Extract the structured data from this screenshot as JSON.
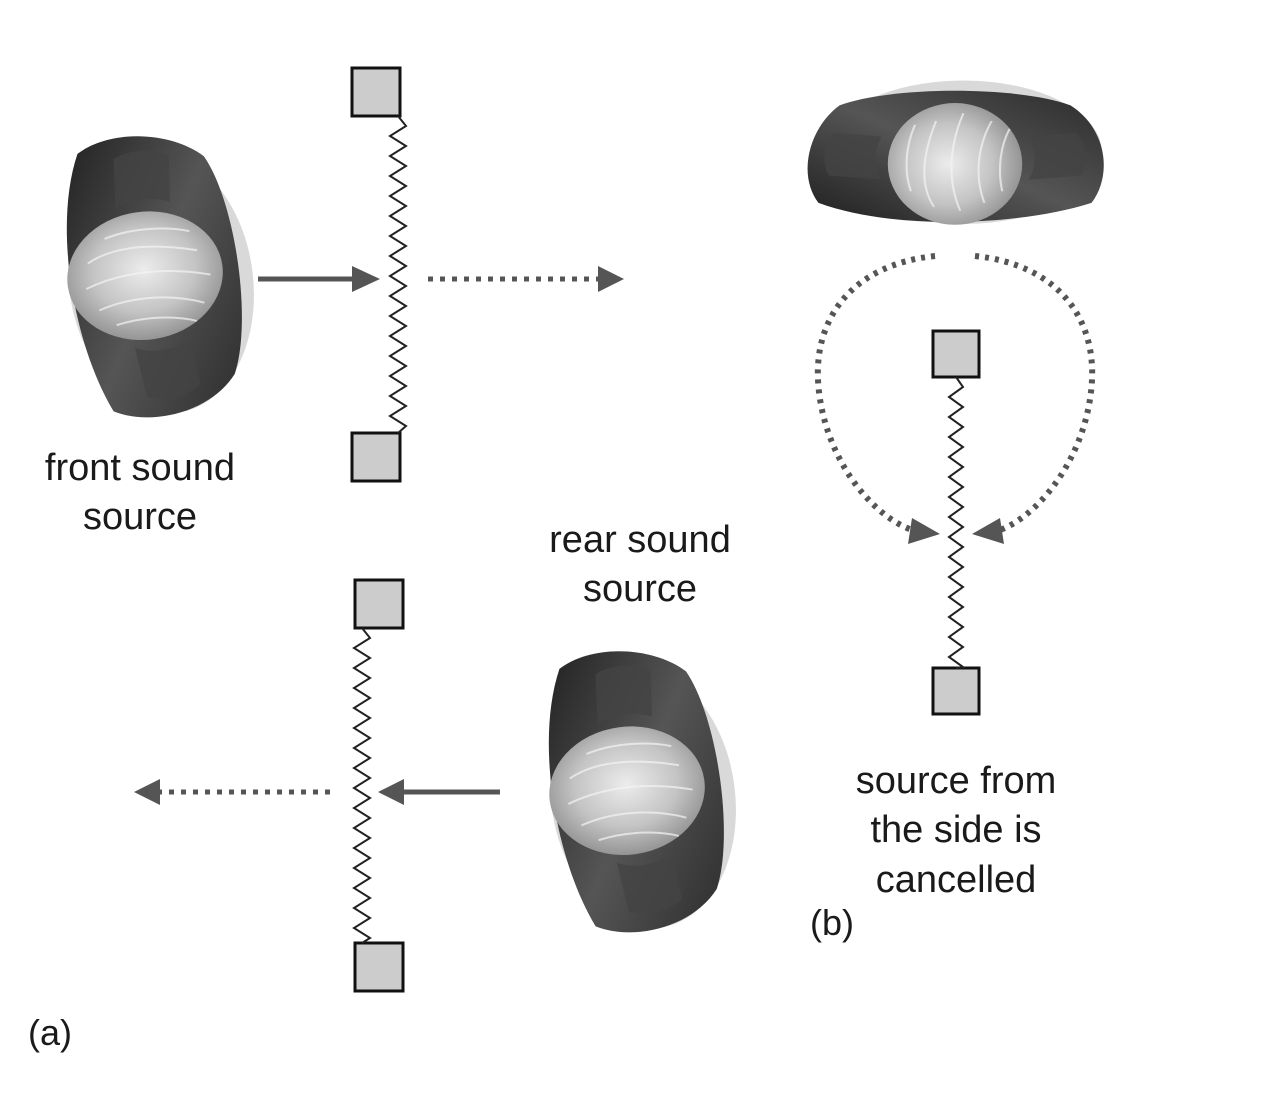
{
  "labels": {
    "front": [
      "front sound",
      "source"
    ],
    "rear": [
      "rear sound",
      "source"
    ],
    "side": [
      "source from",
      "the side is",
      "cancelled"
    ],
    "panel_a": "(a)",
    "panel_b": "(b)"
  },
  "icons": {
    "head": "head-top-view-icon",
    "electrode": "square-terminal-icon",
    "spring": "zigzag-diaphragm-icon"
  },
  "colors": {
    "arrow": "#555555",
    "terminal_fill": "#cccccc",
    "terminal_stroke": "#111111",
    "head_dark": "#2a2a2a",
    "hair": "#bdbdbd",
    "shadow": "#d7d7d7"
  }
}
